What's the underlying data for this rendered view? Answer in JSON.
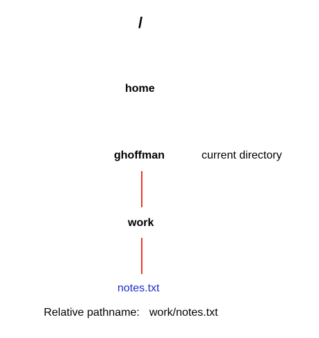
{
  "diagram": {
    "nodes": {
      "root": "/",
      "home": "home",
      "user": "ghoffman",
      "work": "work",
      "file": "notes.txt"
    },
    "annotation": "current directory",
    "relative_path_label": "Relative pathname:",
    "relative_path_value": "work/notes.txt"
  },
  "colors": {
    "text": "#000000",
    "file_text": "#1a2ecc",
    "path_highlight": "#e8372c"
  }
}
